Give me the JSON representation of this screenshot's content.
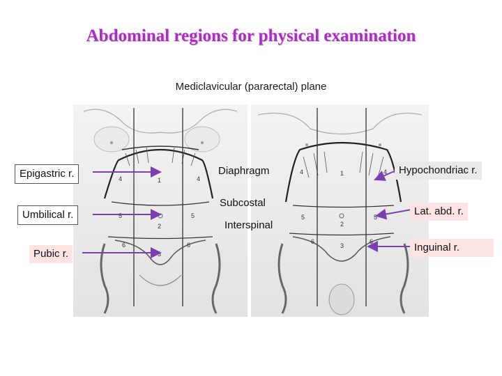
{
  "title": "Abdominal regions for physical examination",
  "subtitle": "Mediclavicular (pararectal) plane",
  "left_labels": {
    "epigastric": "Epigastric r.",
    "umbilical": "Umbilical r.",
    "pubic": "Pubic r."
  },
  "center_labels": {
    "diaphragm": "Diaphragm",
    "subcostal": "Subcostal",
    "interspinal": "Interspinal"
  },
  "right_labels": {
    "hypochondriac": "Hypochondriac r.",
    "lat_abd": "Lat. abd. r.",
    "inguinal": "Inguinal r."
  },
  "region_numbers": [
    "1",
    "2",
    "3",
    "4",
    "5",
    "6"
  ],
  "colors": {
    "title": "#b02ac8",
    "arrow": "#7b3fb0",
    "pink_box": "#fde3e3",
    "gray_box": "#e9e9e9"
  }
}
